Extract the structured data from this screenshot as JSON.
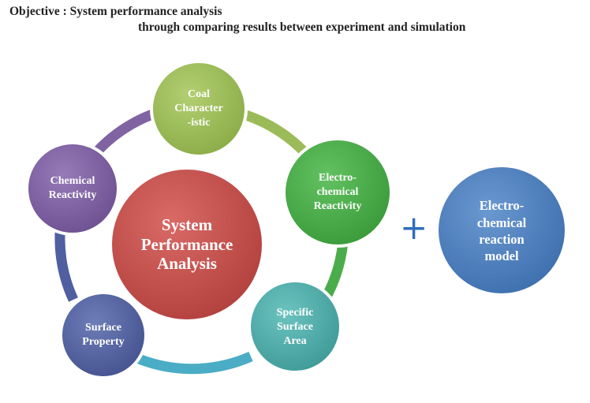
{
  "title": {
    "line1": "Objective : System performance analysis",
    "line2": "through comparing results between experiment and simulation"
  },
  "center": {
    "label": "System\nPerformance\nAnalysis",
    "color": "#c0504d"
  },
  "nodes": [
    {
      "id": "coal",
      "label": "Coal\nCharacter\n-istic",
      "color": "#9bbb59"
    },
    {
      "id": "electro",
      "label": "Electro-\nchemical\nReactivity",
      "color": "#4bac4b"
    },
    {
      "id": "specific",
      "label": "Specific\nSurface\nArea",
      "color": "#4bacc6"
    },
    {
      "id": "surface",
      "label": "Surface\nProperty",
      "color": "#4f5fa0"
    },
    {
      "id": "chemical",
      "label": "Chemical\nReactivity",
      "color": "#8064a2"
    }
  ],
  "plus": "+",
  "model": {
    "label": "Electro-\nchemical\nreaction\nmodel",
    "color": "#4f81bd"
  }
}
